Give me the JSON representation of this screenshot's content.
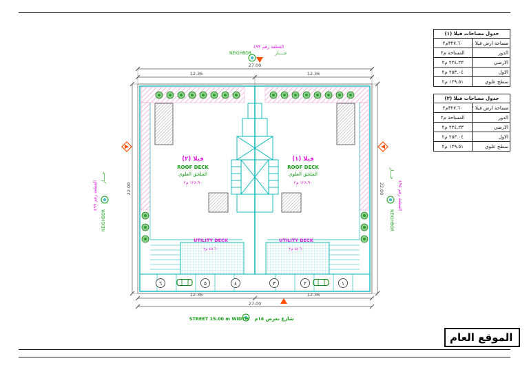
{
  "title_block": {
    "title": "الموقع العام"
  },
  "tables": [
    {
      "title": "جدول مساحات فيلا (١)",
      "land": {
        "label": "مساحة ارض فيلا ١",
        "value": "٣٢٧.٦٠م٢"
      },
      "header": {
        "label": "الدور",
        "value": "المساحة م٢"
      },
      "rows": [
        {
          "label": "الارضي",
          "value": "٢٢٤.٢٣ م٢"
        },
        {
          "label": "الاول",
          "value": "٢٥٣.٠٤ م٢"
        },
        {
          "label": "سطح علوي",
          "value": "١٢٩.٥١ م٢"
        }
      ]
    },
    {
      "title": "جدول مساحات فيلا (٢)",
      "land": {
        "label": "مساحة ارض فيلا ٢",
        "value": "٣٢٧.٦٠م٢"
      },
      "header": {
        "label": "الدور",
        "value": "المساحة م٢"
      },
      "rows": [
        {
          "label": "الارضي",
          "value": "٢٢٤.٢٣ م٢"
        },
        {
          "label": "الاول",
          "value": "٢٥٣.٠٤ م٢"
        },
        {
          "label": "سطح علوي",
          "value": "١٢٩.٥١ م٢"
        }
      ]
    }
  ],
  "plan": {
    "neighbors": {
      "top": {
        "plot": "القطعة رقم ٤٩٣",
        "jar": "جــــار",
        "neighbor": "NEIGHBOR"
      },
      "left": {
        "plot": "القطعة رقم ٤٩٧",
        "jar": "جــــار",
        "neighbor": "NEIGHBOR"
      },
      "right": {
        "plot": "القطعة رقم ٤٩٥",
        "jar": "جــــار",
        "neighbor": "NEIGHBOR"
      }
    },
    "villas": [
      {
        "name": "فيلا (٢)",
        "deck_en": "ROOF DECK",
        "deck_ar": "الملحق العلوي",
        "area": "١٢٨.٩٠ م٢"
      },
      {
        "name": "فيلا (١)",
        "deck_en": "ROOF DECK",
        "deck_ar": "الملحق العلوي",
        "area": "١٢٨.٩٠ م٢"
      }
    ],
    "utility": {
      "label": "UTILITY DECK",
      "area": "٤٥.٦٠ م٢"
    },
    "street": {
      "en": "STREET 15.00 m WIDTH",
      "ar": "شارع بعرض ١٥م"
    },
    "dims": {
      "top_total": "27.00",
      "top_left": "12.36",
      "top_right": "12.36",
      "bottom_left": "12.36",
      "bottom_right": "12.36",
      "bottom_total": "27.00",
      "side_left": "22.00",
      "side_right": "22.00"
    },
    "parking": {
      "numbers": [
        "٦",
        "٥",
        "٤",
        "٣",
        "٢",
        "١"
      ]
    }
  },
  "colors": {
    "walls_cyan": "#00b5b8",
    "annotation_magenta": "#e318e3",
    "landscape_green": "#129c12",
    "marker_red": "#ff4d00",
    "hatch_pink": "#f5a8d3"
  }
}
